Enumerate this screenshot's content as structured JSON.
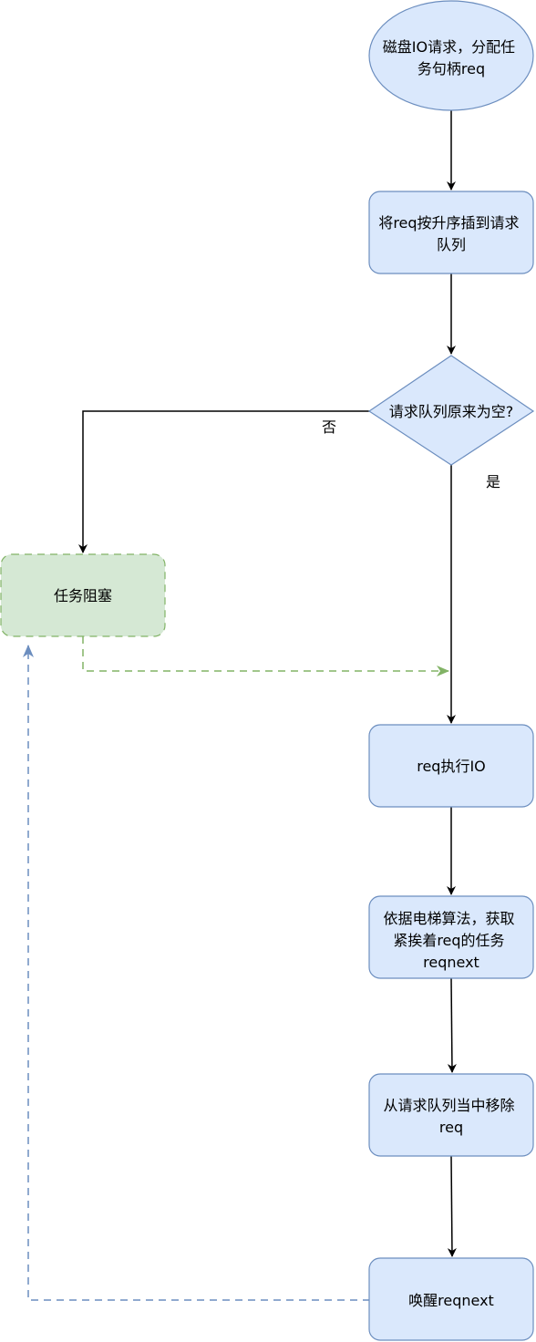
{
  "nodes": {
    "start": {
      "lines": [
        "磁盘IO请求，分配任",
        "务句柄req"
      ]
    },
    "insert": {
      "lines": [
        "将req按升序插到请求",
        "队列"
      ]
    },
    "decision": {
      "lines": [
        "请求队列原来为空?"
      ]
    },
    "block": {
      "lines": [
        "任务阻塞"
      ]
    },
    "execute": {
      "lines": [
        "req执行IO"
      ]
    },
    "elevator": {
      "lines": [
        "依据电梯算法，获取",
        "紧挨着req的任务",
        "reqnext"
      ]
    },
    "remove": {
      "lines": [
        "从请求队列当中移除",
        "req"
      ]
    },
    "wake": {
      "lines": [
        "唤醒reqnext"
      ]
    }
  },
  "edge_labels": {
    "no": "否",
    "yes": "是"
  },
  "colors": {
    "blue_fill": "#dae8fc",
    "blue_stroke": "#6c8ebf",
    "green_fill": "#d5e8d4",
    "green_stroke": "#82b366",
    "line": "#000000"
  }
}
